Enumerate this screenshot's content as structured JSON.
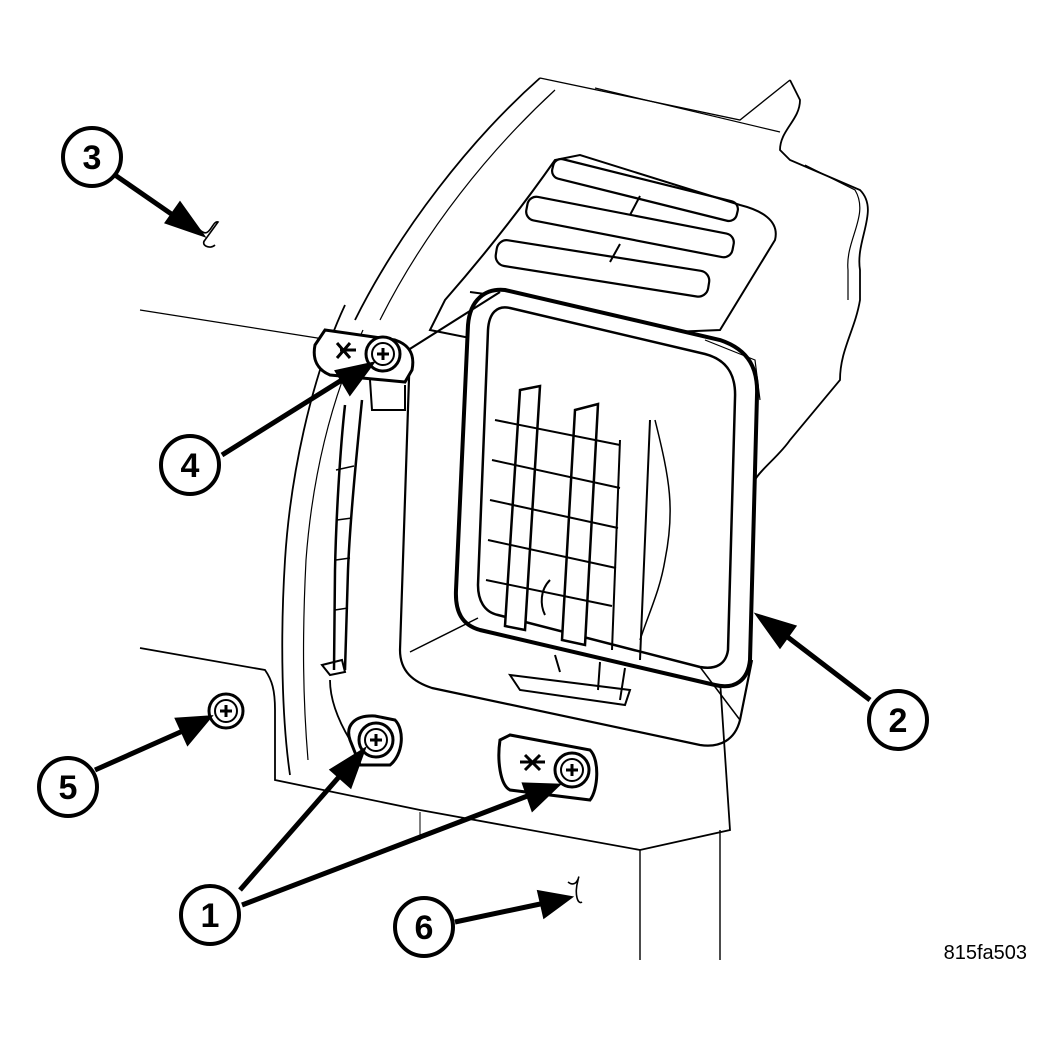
{
  "callouts": [
    {
      "id": "1",
      "label": "1"
    },
    {
      "id": "2",
      "label": "2"
    },
    {
      "id": "3",
      "label": "3"
    },
    {
      "id": "4",
      "label": "4"
    },
    {
      "id": "5",
      "label": "5"
    },
    {
      "id": "6",
      "label": "6"
    }
  ],
  "figure_id": "815fa503",
  "colors": {
    "line": "#000000",
    "background": "#ffffff"
  }
}
